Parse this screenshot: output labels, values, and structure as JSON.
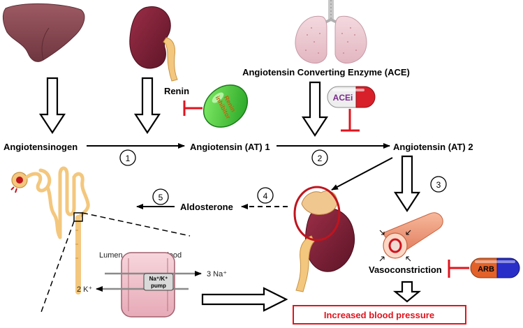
{
  "labels": {
    "ace": "Angiotensin Converting Enzyme (ACE)",
    "renin": "Renin",
    "angiotensinogen": "Angiotensinogen",
    "at1": "Angiotensin (AT) 1",
    "at2": "Angiotensin (AT) 2",
    "aldosterone": "Aldosterone",
    "vasoconstriction": "Vasoconstriction",
    "lumen": "Lumen",
    "blood": "Blood",
    "pump_line1": "Na⁺/K⁺",
    "pump_line2": "pump",
    "na": "3 Na⁺",
    "k": "2 K⁺",
    "bp": "Increased blood pressure"
  },
  "drugs": {
    "renin_inhibitor_line1": "Renin",
    "renin_inhibitor_line2": "inhibitor",
    "acei": "ACEi",
    "arb": "ARB"
  },
  "steps": [
    "1",
    "2",
    "3",
    "4",
    "5"
  ],
  "colors": {
    "inhibit": "#e0141e",
    "highlight": "#c0141e",
    "liver": "#8c4a54",
    "kidney": "#7e1f37",
    "lung": "#ecc9d0",
    "renin_pill": "#3fcf2f",
    "acei_pill": "#d8202a",
    "arb_pill_left": "#e2622a",
    "arb_pill_right": "#2a2ec8",
    "cell": "#f2c8d0",
    "vessel": "#f29a7a",
    "nephron": "#f3c77d"
  }
}
